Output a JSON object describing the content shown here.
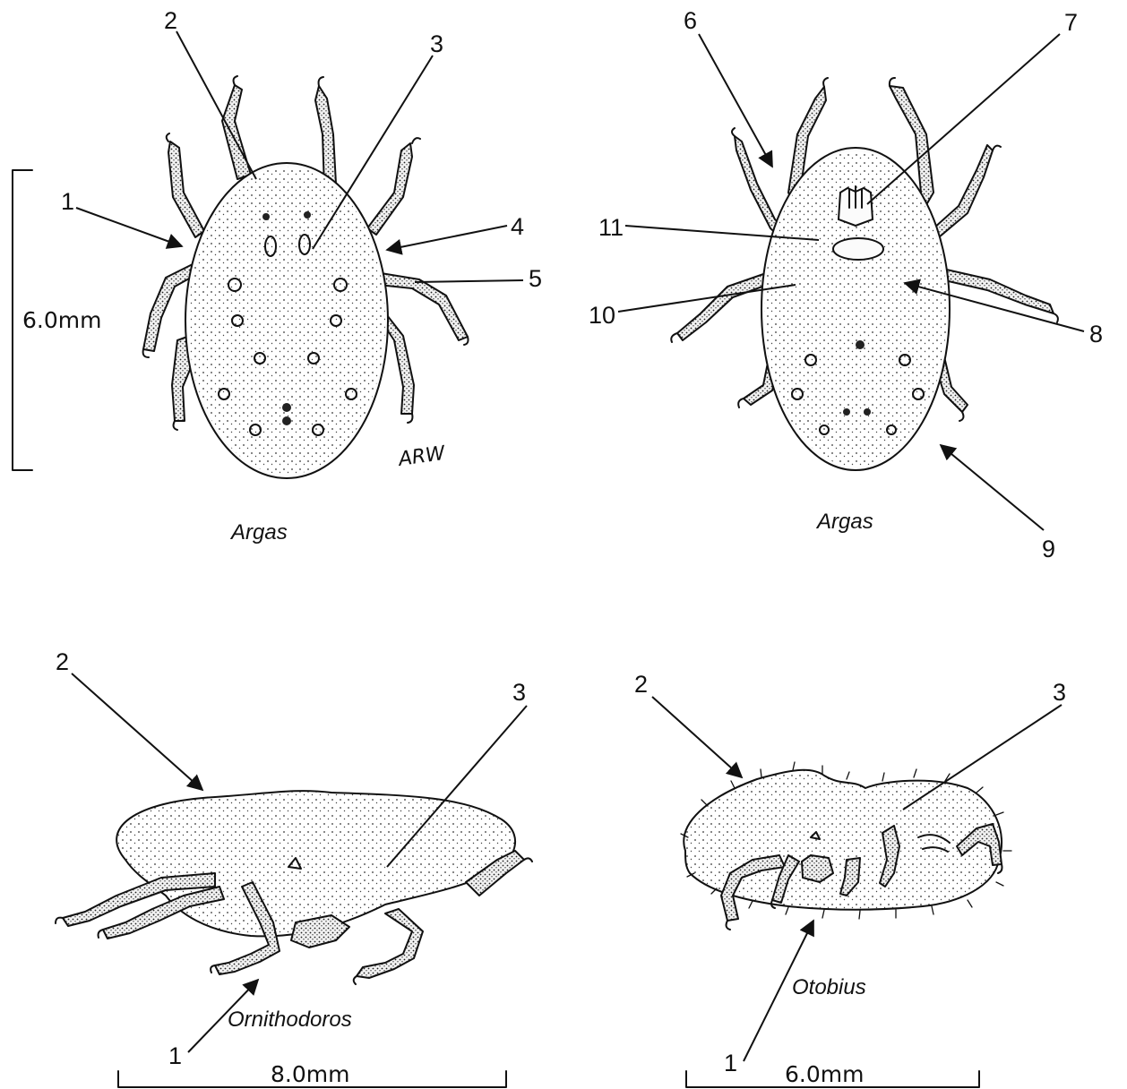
{
  "panels": {
    "dorsal": {
      "caption": "Argas",
      "scale_label": "6.0mm",
      "signature": "ARW",
      "callouts": [
        "1",
        "2",
        "3",
        "4",
        "5"
      ]
    },
    "ventral": {
      "caption": "Argas",
      "callouts": [
        "6",
        "7",
        "8",
        "9",
        "10",
        "11"
      ]
    },
    "ornithodoros": {
      "caption": "Ornithodoros",
      "scale_label": "8.0mm",
      "callouts": [
        "1",
        "2",
        "3"
      ]
    },
    "otobius": {
      "caption": "Otobius",
      "scale_label": "6.0mm",
      "callouts": [
        "1",
        "2",
        "3"
      ]
    }
  }
}
